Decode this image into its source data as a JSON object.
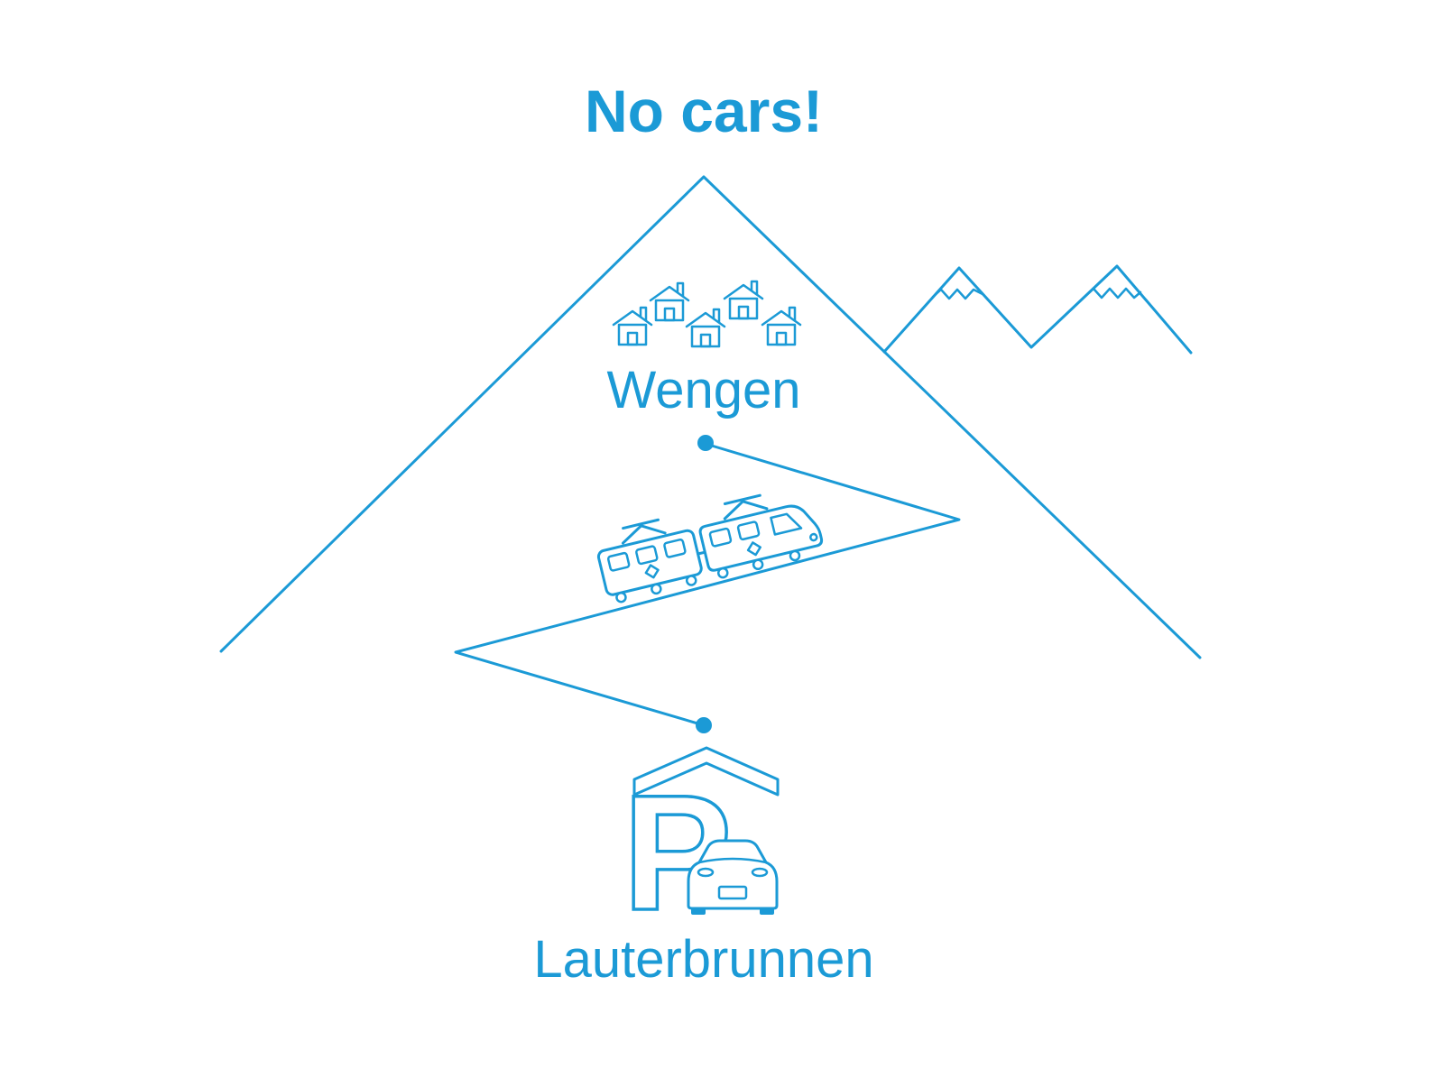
{
  "diagram": {
    "title": "No cars!",
    "labels": {
      "top_village": "Wengen",
      "bottom_village": "Lauterbrunnen",
      "parking_letter": "P"
    },
    "colors": {
      "accent": "#1b9ad6",
      "background": "#ffffff"
    },
    "icons": {
      "main_mountain": "mountain-icon",
      "snowy_peaks": "snowy-peaks-icon",
      "houses": "house-icon",
      "railway": "zigzag-railway-line",
      "train": "cog-railway-train-icon",
      "parking": "covered-parking-icon",
      "car": "car-icon",
      "station_dots": "station-dot"
    }
  }
}
